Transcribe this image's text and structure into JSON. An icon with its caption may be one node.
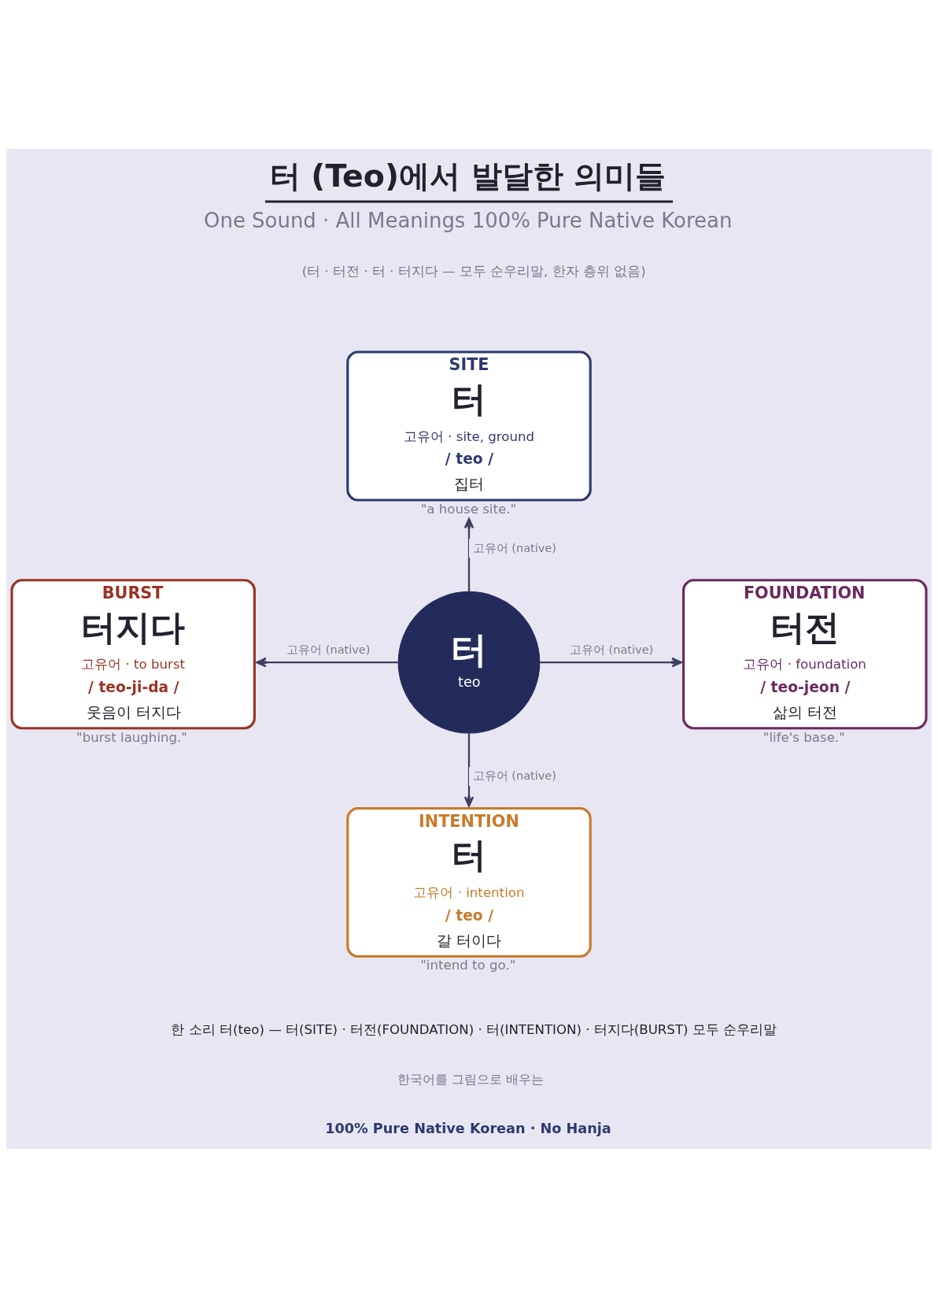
{
  "diagram": {
    "title": "터 (Teo)에서 발달한 의미들",
    "nodes": [
      {
        "text": [
          "SITE",
          "터",
          "고유어 · site, ground",
          "/ teo /",
          "집터"
        ],
        "beside": [
          "\"a house site.\""
        ]
      },
      {
        "text": [
          "BURST",
          "터지다",
          "고유어 · to burst",
          "/ teo-ji-da /",
          "웃음이 터지다"
        ],
        "beside": [
          "\"burst laughing.\""
        ]
      },
      {
        "text": [
          "터",
          "teo"
        ]
      },
      {
        "text": [
          "FOUNDATION",
          "터전",
          "고유어 · foundation",
          "/ teo-jeon /",
          "삶의 터전"
        ],
        "beside": [
          "\"life's base.\""
        ]
      },
      {
        "text": [
          "INTENTION",
          "터",
          "고유어 · intention",
          "/ teo /",
          "갈 터이다"
        ],
        "beside": [
          "\"intend to go.\""
        ]
      }
    ],
    "edges": [
      {
        "from": 2,
        "to": 0,
        "arrow": "to",
        "label": "고유어 (native)"
      },
      {
        "from": 2,
        "to": 1,
        "arrow": "to",
        "label": "고유어 (native)"
      },
      {
        "from": 2,
        "to": 3,
        "arrow": "to",
        "label": "고유어 (native)"
      },
      {
        "from": 2,
        "to": 4,
        "arrow": "to",
        "label": "고유어 (native)"
      }
    ],
    "labels": [
      "One Sound · All Meanings 100% Pure Native Korean",
      "(터 · 터전 · 터 · 터지다 — 모두 순우리말, 한자 층위 없음)",
      "한 소리 터(teo) — 터(SITE) · 터전(FOUNDATION) · 터(INTENTION) · 터지다(BURST) 모두 순우리말",
      "한국어를 그림으로 배우는",
      "100% Pure Native Korean · No Hanja"
    ]
  }
}
